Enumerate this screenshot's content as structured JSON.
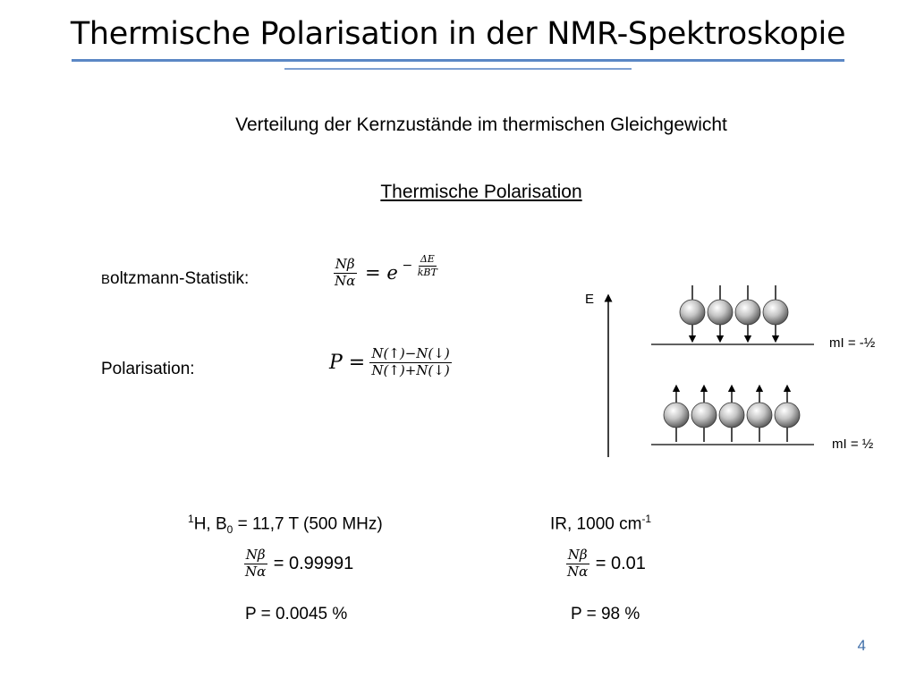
{
  "slide": {
    "title": "Thermische Polarisation in der NMR-Spektroskopie",
    "subtitle": "Verteilung der Kernzustände im thermischen Gleichgewicht",
    "section_heading": "Thermische Polarisation",
    "page_number": "4"
  },
  "boltzmann": {
    "label_prefix": "B",
    "label_rest": "oltzmann-Statistik:",
    "num": "Nβ",
    "den": "Nα",
    "eq": "= e",
    "exp_sign": "−",
    "exp_num": "ΔE",
    "exp_den": "kBT"
  },
  "polarisation": {
    "label": "Polarisation:",
    "lhs": "P =",
    "num": "N(↑)−N(↓)",
    "den": "N(↑)+N(↓)"
  },
  "diagram": {
    "axis_label": "E",
    "upper_level_label": "mI = -½",
    "lower_level_label": "mI = ½",
    "upper_spin_count": 4,
    "lower_spin_count": 5
  },
  "nmr": {
    "header_sup": "1",
    "header_h": "H, B",
    "header_sub": "0",
    "header_rest": " = 11,7 T (500 MHz)",
    "ratio_num": "Nβ",
    "ratio_den": "Nα",
    "ratio_value": "= 0.99991",
    "p_value": "P = 0.0045 %"
  },
  "ir": {
    "header": "IR, 1000 cm",
    "header_sup": "-1",
    "ratio_num": "Nβ",
    "ratio_den": "Nα",
    "ratio_value": "= 0.01",
    "p_value": "P = 98 %"
  }
}
